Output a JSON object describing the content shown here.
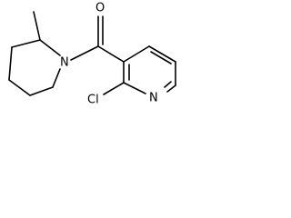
{
  "molecule": {
    "atoms": {
      "oxygen": "O",
      "piperidine_nitrogen": "N",
      "pyridine_nitrogen": "N",
      "chlorine": "Cl"
    }
  },
  "colors": {
    "bond": "#000000",
    "label": "#000000",
    "background": "#ffffff"
  }
}
